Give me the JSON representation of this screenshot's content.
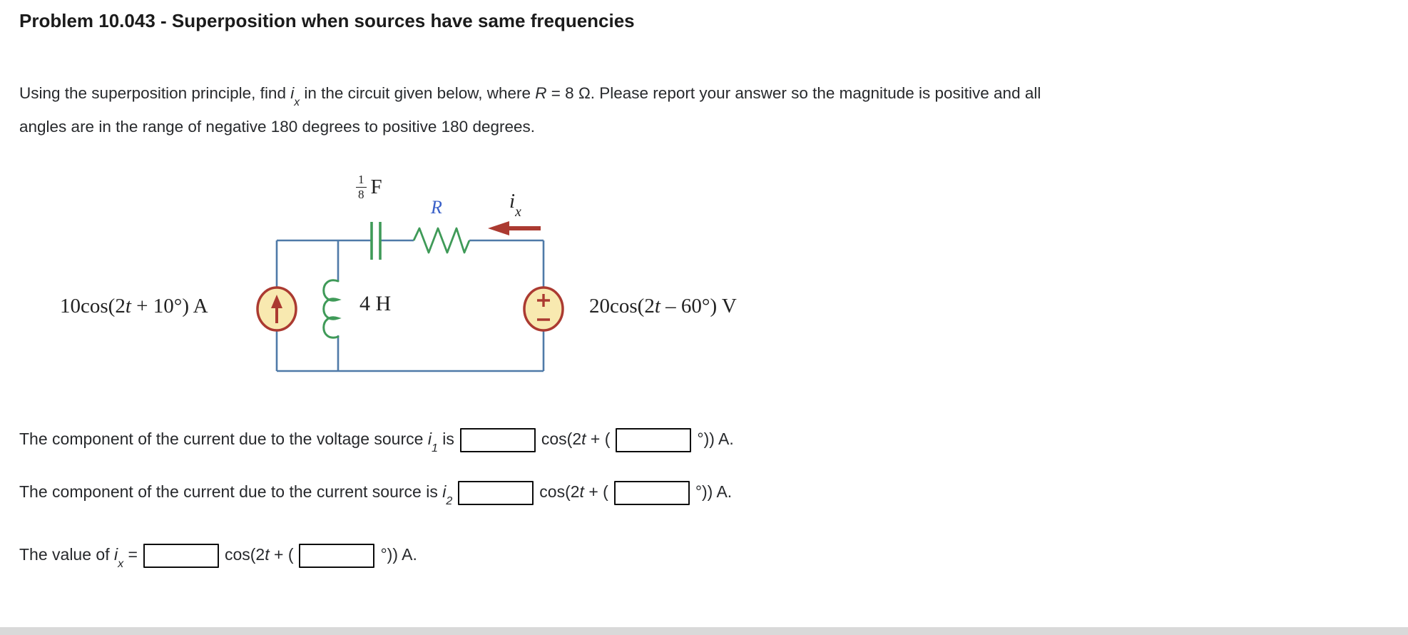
{
  "title": "Problem 10.043 - Superposition when sources have same frequencies",
  "problem": {
    "p1": "Using the superposition principle, find ",
    "ix_base": "i",
    "ix_sub": "x",
    "p2": " in the circuit given below, where ",
    "r_var": "R",
    "p3": " = 8 Ω. Please report your answer so the magnitude is positive and all angles are in the range of negative 180 degrees to positive 180 degrees."
  },
  "circuit": {
    "capacitor": {
      "num": "1",
      "den": "8",
      "unit": "F"
    },
    "resistor_label": "R",
    "ix": {
      "base": "i",
      "sub": "x"
    },
    "inductor_label": "4 H",
    "current_source_label": {
      "pre": "10cos(2",
      "t": "t",
      "post": " + 10°) A"
    },
    "voltage_source_label": {
      "pre": "20cos(2",
      "t": "t",
      "post": " – 60°) V"
    },
    "colors": {
      "wire": "#4f7aa8",
      "component_green": "#3f9a58",
      "accent_red": "#ab3a31",
      "source_fill": "#f8e9b0",
      "r_label_blue": "#3a60c8"
    }
  },
  "answers": [
    {
      "before": "The component of the current due to the voltage source ",
      "var_base": "i",
      "var_sub": "1",
      "after_var": " is",
      "input1": "",
      "cos_pre": "cos(2",
      "cos_t": "t",
      "cos_post": " + (",
      "input2": "",
      "end": "°)) A."
    },
    {
      "before": "The component of the current due to the current source is ",
      "var_base": "i",
      "var_sub": "2",
      "after_var": "",
      "input1": "",
      "cos_pre": "cos(2",
      "cos_t": "t",
      "cos_post": " + (",
      "input2": "",
      "end": "°)) A."
    },
    {
      "before": "The value of ",
      "var_base": "i",
      "var_sub": "x",
      "after_var": " =",
      "input1": "",
      "cos_pre": "cos(2",
      "cos_t": "t",
      "cos_post": " + (",
      "input2": "",
      "end": "°)) A."
    }
  ]
}
